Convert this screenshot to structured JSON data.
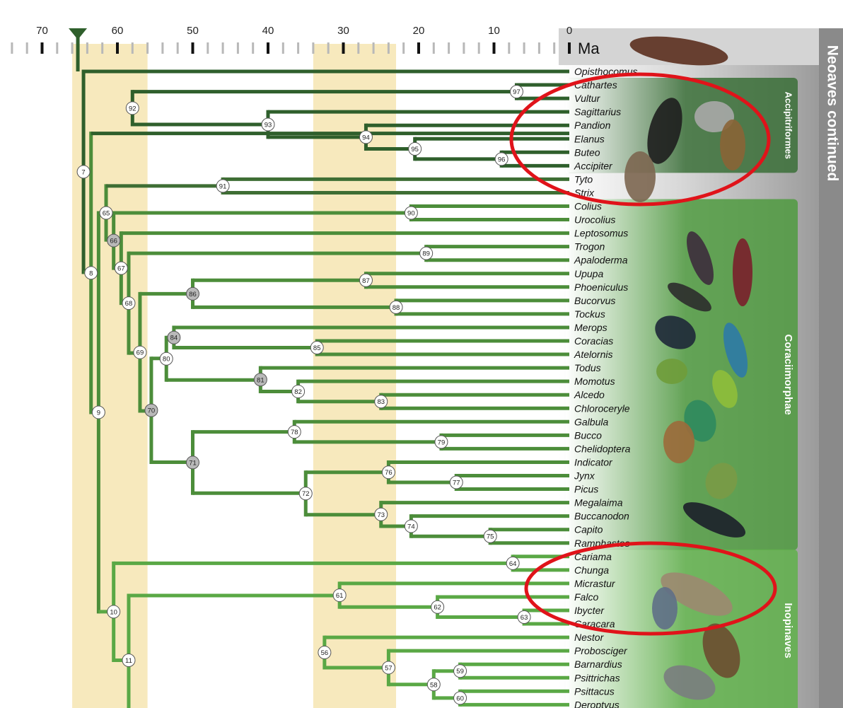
{
  "axis": {
    "unit": "Ma",
    "ticks": [
      {
        "label": "70",
        "value": 70
      },
      {
        "label": "60",
        "value": 60
      },
      {
        "label": "50",
        "value": 50
      },
      {
        "label": "40",
        "value": 40
      },
      {
        "label": "30",
        "value": 30
      },
      {
        "label": "20",
        "value": 20
      },
      {
        "label": "10",
        "value": 10
      },
      {
        "label": "0",
        "value": 0
      }
    ],
    "shaded_bands": [
      [
        56,
        66
      ],
      [
        23,
        34
      ]
    ]
  },
  "panel_title": "Neoaves continued",
  "groups": [
    {
      "name": "Accipitriformes",
      "first_taxon": 1,
      "last_taxon": 7,
      "color": "#3a6e37"
    },
    {
      "name": "Coraciimorphae",
      "first_taxon": 10,
      "last_taxon": 35,
      "color": "#4f9a3f"
    },
    {
      "name": "Inopinaves",
      "first_taxon": 36,
      "last_taxon": 47,
      "color": "#5fb04a"
    }
  ],
  "taxa": [
    "Opisthocomus",
    "Cathartes",
    "Vultur",
    "Sagittarius",
    "Pandion",
    "Elanus",
    "Buteo",
    "Accipiter",
    "Tyto",
    "Strix",
    "Colius",
    "Urocolius",
    "Leptosomus",
    "Trogon",
    "Apaloderma",
    "Upupa",
    "Phoeniculus",
    "Bucorvus",
    "Tockus",
    "Merops",
    "Coracias",
    "Atelornis",
    "Todus",
    "Momotus",
    "Alcedo",
    "Chloroceryle",
    "Galbula",
    "Bucco",
    "Chelidoptera",
    "Indicator",
    "Jynx",
    "Picus",
    "Megalaima",
    "Buccanodon",
    "Capito",
    "Ramphastos",
    "Cariama",
    "Chunga",
    "Micrastur",
    "Falco",
    "Ibycter",
    "Caracara",
    "Nestor",
    "Probosciger",
    "Barnardius",
    "Psittrichas",
    "Psittacus",
    "Deroptyus"
  ],
  "nodes": [
    {
      "label": "97",
      "age": 7,
      "span": [
        1,
        2
      ]
    },
    {
      "label": "96",
      "age": 9,
      "span": [
        6,
        7
      ]
    },
    {
      "label": "95",
      "age": 20.5,
      "span": [
        5,
        6.5
      ]
    },
    {
      "label": "94",
      "age": 27,
      "span": [
        4,
        5.75
      ]
    },
    {
      "label": "93",
      "age": 40,
      "span": [
        3,
        4.875
      ]
    },
    {
      "label": "92",
      "age": 58,
      "span": [
        1.5,
        3.94
      ]
    },
    {
      "label": "91",
      "age": 46,
      "span": [
        8,
        9
      ]
    },
    {
      "label": "90",
      "age": 21,
      "span": [
        10,
        11
      ]
    },
    {
      "label": "89",
      "age": 19,
      "span": [
        13,
        14
      ]
    },
    {
      "label": "88",
      "age": 23,
      "span": [
        17,
        18
      ]
    },
    {
      "label": "87",
      "age": 27,
      "span": [
        15,
        16
      ]
    },
    {
      "label": "86",
      "age": 50,
      "span": [
        15.5,
        17.5
      ]
    },
    {
      "label": "85",
      "age": 33.5,
      "span": [
        20,
        21
      ]
    },
    {
      "label": "84",
      "age": 52.5,
      "span": [
        19,
        20.5
      ]
    },
    {
      "label": "83",
      "age": 25,
      "span": [
        24,
        25
      ]
    },
    {
      "label": "82",
      "age": 36,
      "span": [
        23,
        24.5
      ]
    },
    {
      "label": "81",
      "age": 41,
      "span": [
        22,
        23.75
      ]
    },
    {
      "label": "80",
      "age": 53.5,
      "span": [
        19.75,
        22.9
      ]
    },
    {
      "label": "79",
      "age": 17,
      "span": [
        27,
        28
      ]
    },
    {
      "label": "78",
      "age": 36.5,
      "span": [
        26,
        27.5
      ]
    },
    {
      "label": "77",
      "age": 15,
      "span": [
        30,
        31
      ]
    },
    {
      "label": "76",
      "age": 24,
      "span": [
        29,
        30.5
      ]
    },
    {
      "label": "75",
      "age": 10.5,
      "span": [
        34,
        35
      ]
    },
    {
      "label": "74",
      "age": 21,
      "span": [
        33,
        34.5
      ]
    },
    {
      "label": "73",
      "age": 25,
      "span": [
        32,
        33.75
      ]
    },
    {
      "label": "72",
      "age": 35,
      "span": [
        29.75,
        32.9
      ]
    },
    {
      "label": "71",
      "age": 50,
      "span": [
        26.75,
        31.3
      ]
    },
    {
      "label": "70",
      "age": 55.5,
      "span": [
        21.3,
        29.0
      ]
    },
    {
      "label": "69",
      "age": 57,
      "span": [
        16.5,
        25.2
      ]
    },
    {
      "label": "68",
      "age": 58.5,
      "span": [
        13.5,
        20.9
      ]
    },
    {
      "label": "67",
      "age": 59.5,
      "span": [
        12,
        17.2
      ]
    },
    {
      "label": "66",
      "age": 60.5,
      "span": [
        10.5,
        14.6
      ]
    },
    {
      "label": "65",
      "age": 61.5,
      "span": [
        8.5,
        12.5
      ]
    },
    {
      "label": "64",
      "age": 7.5,
      "span": [
        36,
        37
      ]
    },
    {
      "label": "63",
      "age": 6,
      "span": [
        40,
        41
      ]
    },
    {
      "label": "62",
      "age": 17.5,
      "span": [
        39,
        40.5
      ]
    },
    {
      "label": "61",
      "age": 30.5,
      "span": [
        38,
        39.75
      ]
    },
    {
      "label": "60",
      "age": 14.5,
      "span": [
        46,
        47
      ]
    },
    {
      "label": "59",
      "age": 14.5,
      "span": [
        44,
        45
      ]
    },
    {
      "label": "58",
      "age": 18,
      "span": [
        44.5,
        46.5
      ]
    },
    {
      "label": "57",
      "age": 24,
      "span": [
        43,
        45.5
      ]
    },
    {
      "label": "56",
      "age": 32.5,
      "span": [
        42,
        44.25
      ]
    },
    {
      "label": "11",
      "age": 58.5,
      "span": [
        38.9,
        48.5
      ]
    },
    {
      "label": "10",
      "age": 60.5,
      "span": [
        36.5,
        43.7
      ]
    },
    {
      "label": "9",
      "age": 62.5,
      "span": [
        10.5,
        40.1
      ]
    },
    {
      "label": "8",
      "age": 63.5,
      "span": [
        4.6,
        25.3
      ]
    },
    {
      "label": "7",
      "age": 64.5,
      "span": [
        0,
        14.9
      ]
    }
  ],
  "gray_nodes": [
    "66",
    "84",
    "86",
    "81",
    "70",
    "71"
  ],
  "crown_age": 64.5
}
